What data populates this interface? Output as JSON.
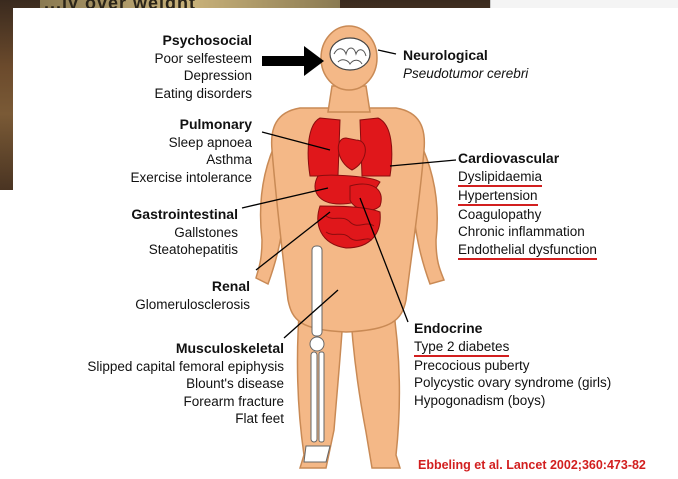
{
  "background": {
    "banner_fragment": "...ly over weight"
  },
  "groups": {
    "psychosocial": {
      "title": "Psychosocial",
      "items": [
        "Poor selfesteem",
        "Depression",
        "Eating disorders"
      ]
    },
    "neurological": {
      "title": "Neurological",
      "items": [
        "Pseudotumor cerebri"
      ]
    },
    "pulmonary": {
      "title": "Pulmonary",
      "items": [
        "Sleep apnoea",
        "Asthma",
        "Exercise intolerance"
      ]
    },
    "cardiovascular": {
      "title": "Cardiovascular",
      "items": [
        "Dyslipidaemia",
        "Hypertension",
        "Coagulopathy",
        "Chronic inflammation",
        "Endothelial dysfunction"
      ]
    },
    "gastrointestinal": {
      "title": "Gastrointestinal",
      "items": [
        "Gallstones",
        "Steatohepatitis"
      ]
    },
    "renal": {
      "title": "Renal",
      "items": [
        "Glomerulosclerosis"
      ]
    },
    "endocrine": {
      "title": "Endocrine",
      "items": [
        "Type 2 diabetes",
        "Precocious puberty",
        "Polycystic ovary syndrome (girls)",
        "Hypogonadism (boys)"
      ]
    },
    "musculoskeletal": {
      "title": "Musculoskeletal",
      "items": [
        "Slipped capital femoral epiphysis",
        "Blount's disease",
        "Forearm fracture",
        "Flat feet"
      ]
    }
  },
  "citation": "Ebbeling et al. Lancet 2002;360:473-82",
  "colors": {
    "skin": "#f4b887",
    "skin_outline": "#c98a55",
    "organ": "#e0171b",
    "underline": "#d21f1f",
    "citation": "#d21f1f"
  }
}
